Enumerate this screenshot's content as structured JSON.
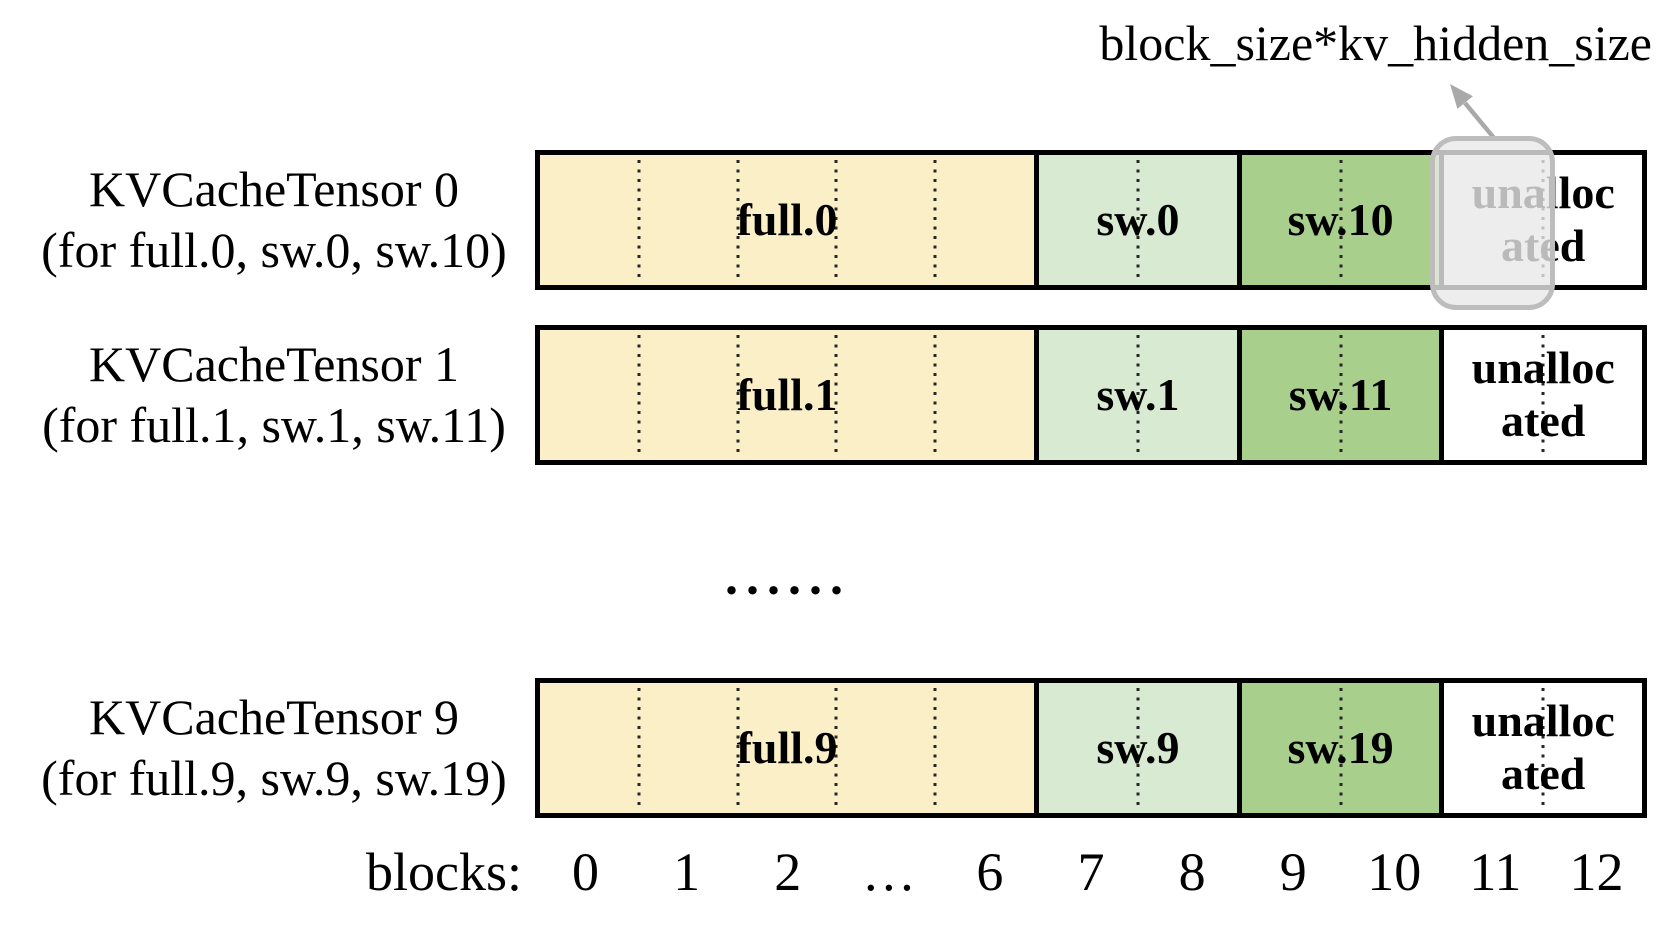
{
  "annotation": {
    "label": "block_size*kv_hidden_size"
  },
  "tensors": [
    {
      "title": "KVCacheTensor 0",
      "subtitle": "(for full.0, sw.0, sw.10)",
      "highlighted": true,
      "segments": [
        {
          "label": "full.0",
          "color": "#FBEFC8"
        },
        {
          "label": "sw.0",
          "color": "#D9EAD3"
        },
        {
          "label": "sw.10",
          "color": "#A9CF8D"
        },
        {
          "label": "unallocated",
          "color": "#FFFFFF"
        }
      ]
    },
    {
      "title": "KVCacheTensor 1",
      "subtitle": "(for full.1, sw.1, sw.11)",
      "highlighted": false,
      "segments": [
        {
          "label": "full.1",
          "color": "#FBEFC8"
        },
        {
          "label": "sw.1",
          "color": "#D9EAD3"
        },
        {
          "label": "sw.11",
          "color": "#A9CF8D"
        },
        {
          "label": "unallocated",
          "color": "#FFFFFF"
        }
      ]
    },
    {
      "title": "KVCacheTensor 9",
      "subtitle": "(for full.9, sw.9, sw.19)",
      "highlighted": false,
      "segments": [
        {
          "label": "full.9",
          "color": "#FBEFC8"
        },
        {
          "label": "sw.9",
          "color": "#D9EAD3"
        },
        {
          "label": "sw.19",
          "color": "#A9CF8D"
        },
        {
          "label": "unallocated",
          "color": "#FFFFFF"
        }
      ]
    }
  ],
  "row_ellipsis": "......",
  "axis": {
    "label": "blocks:",
    "ticks": [
      "0",
      "1",
      "2",
      "…",
      "6",
      "7",
      "8",
      "9",
      "10",
      "11",
      "12"
    ]
  },
  "colors": {
    "segment_full": "#FBEFC8",
    "segment_sw_light": "#D9EAD3",
    "segment_sw_dark": "#A9CF8D",
    "segment_unallocated": "#FFFFFF",
    "segment_border": "#000000",
    "highlight_fill": "#E9E8E8",
    "highlight_border": "#BDBDBD",
    "arrow_gray": "#A9A9A9"
  }
}
